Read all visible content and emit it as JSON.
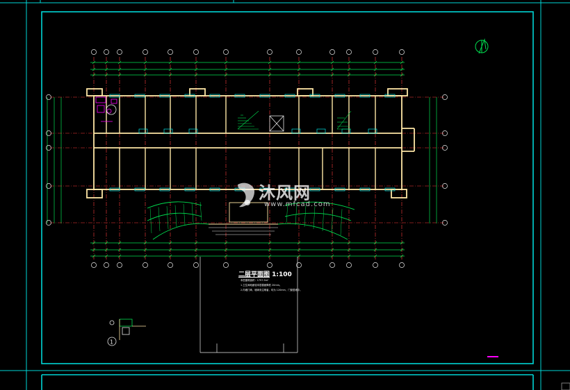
{
  "drawing": {
    "title": "二层平面图",
    "scale": "1:100",
    "notes": [
      "本层建筑面积：1797.5m²",
      "1.卫生间地面较本层楼面降低 20mm。",
      "2.内墙门垛、墙垛未注明者，均为 120mm，门窗居墙中。"
    ]
  },
  "watermark": {
    "brand": "沐风网",
    "url": "www.mfcad.com"
  },
  "detail_marker": "1",
  "colors": {
    "frame": "#00d6d6",
    "wall": "#ffe7a6",
    "axis": "#ff3b3b",
    "dim": "#00e050",
    "window": "#00e6e6",
    "accent": "#ff00ff"
  }
}
